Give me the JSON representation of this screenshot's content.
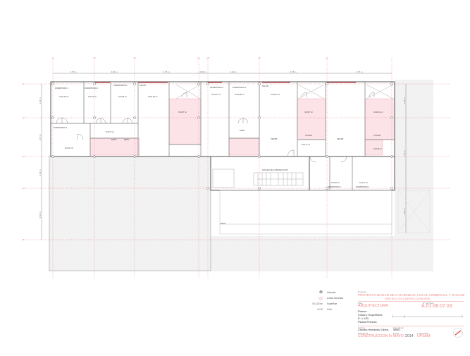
{
  "drawing": {
    "grid_axes": {
      "columns": [
        "e1",
        "e2",
        "e3",
        "e4",
        "e5",
        "e6",
        "e7"
      ],
      "rows": [
        "e1",
        "e2",
        "e3",
        "e4",
        "e5"
      ]
    },
    "top_dimensions": [
      "3.75 m",
      "3.60 m",
      "3.75 m",
      "0.80 m",
      "4.40 m",
      "3.75 m",
      "3.75 m"
    ],
    "left_dimensions": [
      "3.00 m",
      "3.70 m",
      "2.80 m",
      "4.50 m"
    ],
    "right_dimensions": [
      "3.00 m",
      "3.70 m",
      "4.00 m"
    ],
    "rooms": [
      {
        "name": "DORMITORIO 1",
        "dims": "3.47",
        "area": "S=10,30 m²"
      },
      {
        "name": "DORMITORIO 2",
        "dims": "3.47",
        "area": "S=9,74 m²"
      },
      {
        "name": "DORMITORIO 3",
        "dims": "3.00",
        "area": "S=9,05 m²"
      },
      {
        "name": "SALON",
        "dims": "3.10",
        "area": "S=22,93 m²"
      },
      {
        "name": "DORMITORIO 4",
        "dims": "3.28",
        "area": "S=9,97 m²"
      },
      {
        "name": "DISTRIBUIDOR",
        "dims": "4.75",
        "area": "S=5,47 m²"
      },
      {
        "name": "BAÑO",
        "dims": "",
        "area": ""
      },
      {
        "name": "BAÑO",
        "dims": "",
        "area": ""
      },
      {
        "name": "DORMITORIO 2",
        "dims": "3.54",
        "area": "S=12,17 m²"
      },
      {
        "name": "DORMITORIO 3",
        "dims": "3.44",
        "area": "S=13,58 m²"
      },
      {
        "name": "SALON",
        "dims": "5.20",
        "area": "S=20,22 m²"
      },
      {
        "name": "COCINA",
        "dims": "2.42",
        "area": "S=9,87 m²"
      },
      {
        "name": "TEND.",
        "dims": "",
        "area": "S=1,12 m²"
      },
      {
        "name": "COCINA",
        "dims": "2.42",
        "area": "S=10,31 m²"
      },
      {
        "name": "VESTIB.",
        "dims": "",
        "area": "S=5,71 m²"
      },
      {
        "name": "BAÑO",
        "dims": "",
        "area": "S=5,35 m²"
      },
      {
        "name": "DORMITORIO 1",
        "dims": "3.10",
        "area": "S=9,97 m²"
      },
      {
        "name": "DORMITORIO 1",
        "dims": "3.00",
        "area": "S=9,47 m²"
      }
    ],
    "core_label": "NUCLEO DE COMUNICACION",
    "patio_label": "PATIO"
  },
  "legend": {
    "items": [
      {
        "symbol": "⊗",
        "label": "Vivienda"
      },
      {
        "symbol": "",
        "label": "Zonas húmedas"
      },
      {
        "symbol": "S=3.25 m²",
        "label": "Superficie"
      },
      {
        "symbol": "+3.20",
        "label": "Cota"
      }
    ]
  },
  "title_block": {
    "project_label": "Proyecto",
    "project_title": "PROYECTO BASICO DE 8 VIVIENDAS, LOCAL COMERCIAL Y GARAJE",
    "project_subtitle": "PARCELA CH4-A (MONTILLA MADRID)",
    "area_label": "Área",
    "area": "ARQUITECTURA",
    "sheet_no_label": "Nº de Plano",
    "sheet_no": "A.01.08.07.03",
    "description_lines": [
      "Planos",
      "Cotas y Superficies",
      "E: 1.100",
      "Planta Primera"
    ],
    "author_label": "Autor/a",
    "author": "Carolina Hernández Olmos",
    "student_label": "Expediente",
    "student_id": "06801",
    "subject_label": "Asignatura",
    "subject": "CONSTRUCCION IV",
    "date_label": "Fecha",
    "month": "MAYO",
    "year": "2014",
    "university_label": "Universidad",
    "university": "UPSAM"
  },
  "colors": {
    "accent_red": "#f07070",
    "wet_zone": "#fbe3e8",
    "line": "#666666",
    "hatch": "#efefef"
  }
}
